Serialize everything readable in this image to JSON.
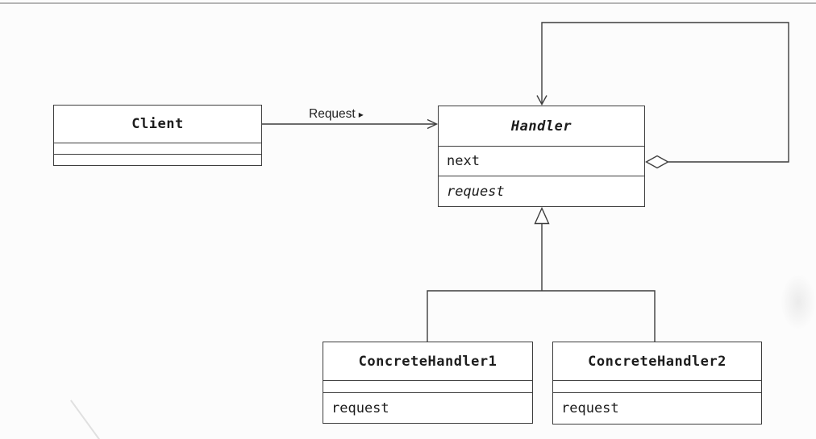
{
  "classes": {
    "client": {
      "name": "Client"
    },
    "handler": {
      "name": "Handler",
      "members": {
        "next": "next",
        "request": "request"
      }
    },
    "concrete_handler_1": {
      "name": "ConcreteHandler1",
      "members": {
        "request": "request"
      }
    },
    "concrete_handler_2": {
      "name": "ConcreteHandler2",
      "members": {
        "request": "request"
      }
    }
  },
  "labels": {
    "association_text": "Request",
    "direction_marker": "▸"
  },
  "colors": {
    "line": "#3d3d3d",
    "text": "#1c1c1c",
    "box_background": "#ffffff",
    "page_rule": "#a8a8a8",
    "background": "#fcfcfc"
  }
}
